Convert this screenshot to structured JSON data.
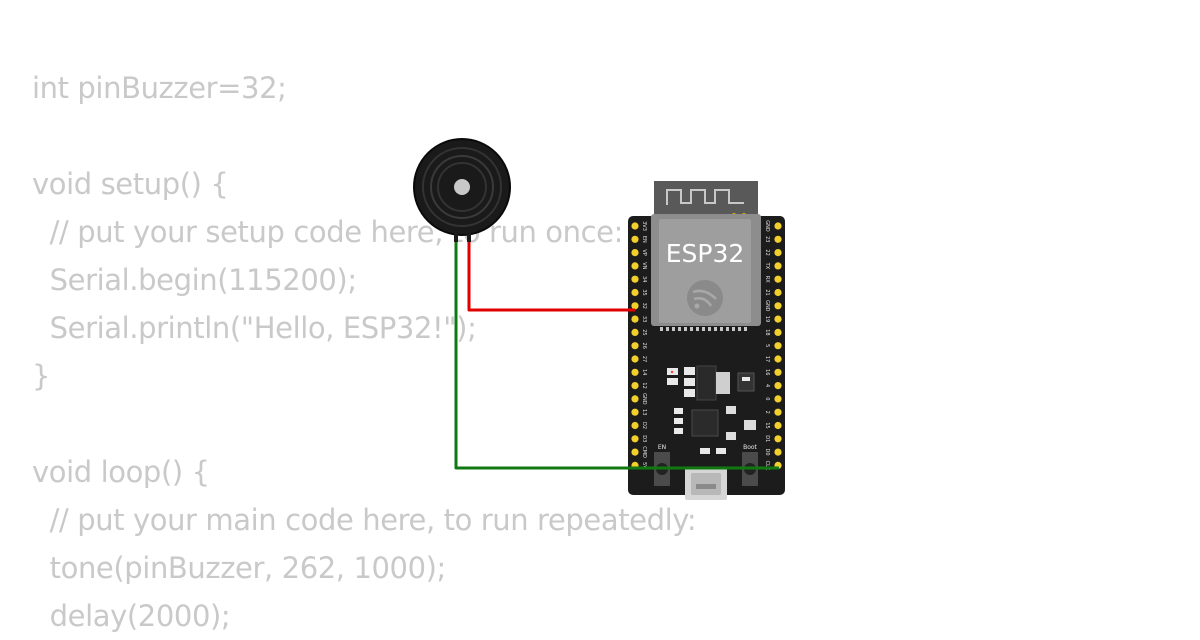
{
  "code": {
    "lines": [
      "int pinBuzzer=32;",
      "",
      "void setup() {",
      "  // put your setup code here, to run once:",
      "  Serial.begin(115200);",
      "  Serial.println(\"Hello, ESP32!\");",
      "}",
      "",
      "void loop() {",
      "  // put your main code here, to run repeatedly:",
      "  tone(pinBuzzer, 262, 1000);",
      "  delay(2000);"
    ]
  },
  "board": {
    "label": "ESP32",
    "button_en": "EN",
    "button_boot": "Boot",
    "left_pins": [
      "3V3",
      "EN",
      "VP",
      "VN",
      "34",
      "35",
      "32",
      "33",
      "25",
      "26",
      "27",
      "14",
      "12",
      "GND",
      "13",
      "D2",
      "D3",
      "CMD",
      "5V"
    ],
    "right_pins": [
      "GND",
      "23",
      "22",
      "TX",
      "RX",
      "21",
      "GND",
      "19",
      "18",
      "5",
      "17",
      "16",
      "4",
      "0",
      "2",
      "15",
      "D1",
      "D0",
      "CLK"
    ]
  },
  "wires": {
    "signal_color": "#e00000",
    "ground_color": "#107810"
  },
  "colors": {
    "code_text": "#c9c9c9",
    "board": "#1c1c1c",
    "pin_gold": "#f2cf2a"
  }
}
